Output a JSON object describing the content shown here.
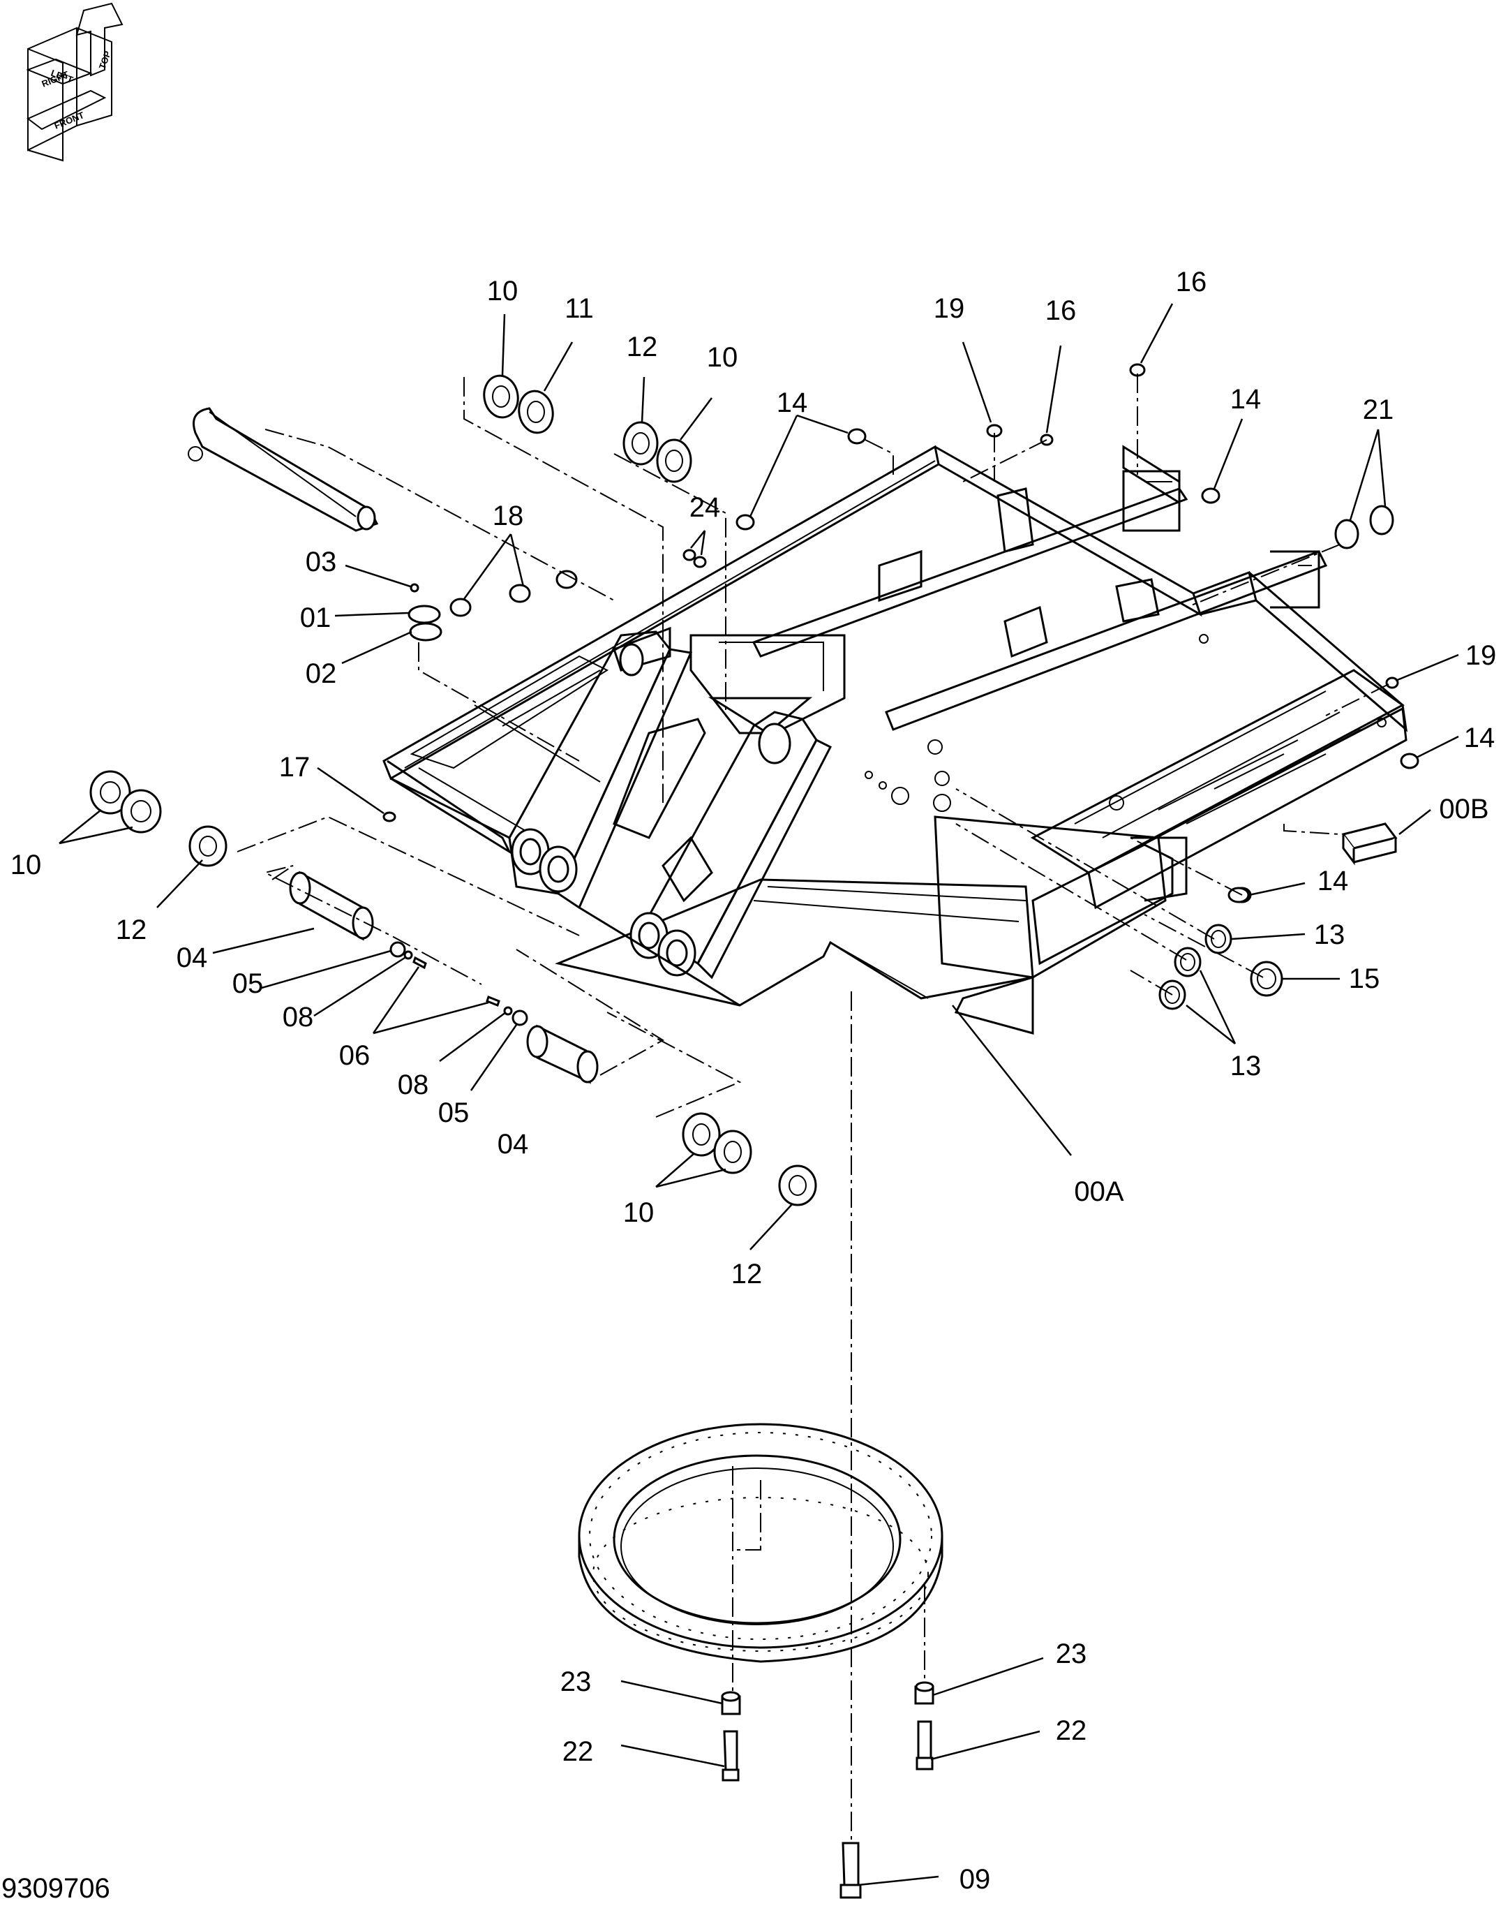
{
  "orientation_icon": {
    "labels": [
      "TOP",
      "LEFT",
      "RIGHT",
      "FRONT"
    ]
  },
  "drawing_number": "9309706",
  "callouts": [
    {
      "id": "c-10-a",
      "label": "10"
    },
    {
      "id": "c-11",
      "label": "11"
    },
    {
      "id": "c-12-a",
      "label": "12"
    },
    {
      "id": "c-10-b",
      "label": "10"
    },
    {
      "id": "c-14-a",
      "label": "14"
    },
    {
      "id": "c-19-a",
      "label": "19"
    },
    {
      "id": "c-16-a",
      "label": "16"
    },
    {
      "id": "c-16-b",
      "label": "16"
    },
    {
      "id": "c-14-b",
      "label": "14"
    },
    {
      "id": "c-21",
      "label": "21"
    },
    {
      "id": "c-18",
      "label": "18"
    },
    {
      "id": "c-24",
      "label": "24"
    },
    {
      "id": "c-03",
      "label": "03"
    },
    {
      "id": "c-01",
      "label": "01"
    },
    {
      "id": "c-02",
      "label": "02"
    },
    {
      "id": "c-17",
      "label": "17"
    },
    {
      "id": "c-19-b",
      "label": "19"
    },
    {
      "id": "c-14-c",
      "label": "14"
    },
    {
      "id": "c-00b",
      "label": "00B"
    },
    {
      "id": "c-10-c",
      "label": "10"
    },
    {
      "id": "c-12-b",
      "label": "12"
    },
    {
      "id": "c-04-a",
      "label": "04"
    },
    {
      "id": "c-05-a",
      "label": "05"
    },
    {
      "id": "c-08-a",
      "label": "08"
    },
    {
      "id": "c-06",
      "label": "06"
    },
    {
      "id": "c-08-b",
      "label": "08"
    },
    {
      "id": "c-05-b",
      "label": "05"
    },
    {
      "id": "c-04-b",
      "label": "04"
    },
    {
      "id": "c-14-d",
      "label": "14"
    },
    {
      "id": "c-13-a",
      "label": "13"
    },
    {
      "id": "c-15",
      "label": "15"
    },
    {
      "id": "c-13-b",
      "label": "13"
    },
    {
      "id": "c-00a",
      "label": "00A"
    },
    {
      "id": "c-10-d",
      "label": "10"
    },
    {
      "id": "c-12-c",
      "label": "12"
    },
    {
      "id": "c-23-a",
      "label": "23"
    },
    {
      "id": "c-23-b",
      "label": "23"
    },
    {
      "id": "c-22-a",
      "label": "22"
    },
    {
      "id": "c-22-b",
      "label": "22"
    },
    {
      "id": "c-09",
      "label": "09"
    }
  ]
}
